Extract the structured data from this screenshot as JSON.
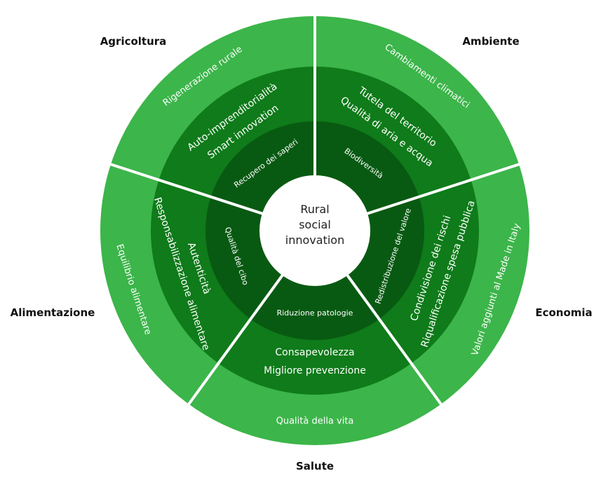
{
  "center": {
    "lines": [
      "Rural",
      "social",
      "innovation"
    ]
  },
  "colors": {
    "outer_ring": "#3cb54a",
    "middle_ring": "#0f7b1a",
    "inner_ring": "#085a12",
    "center": "#ffffff",
    "divider": "#ffffff"
  },
  "sectors": [
    {
      "label": "Agricoltura",
      "outer": [
        "Rigenerazione rurale"
      ],
      "middle": [
        "Auto-imprenditorialità",
        "Smart innovation"
      ],
      "inner": [
        "Recupero dei saperi"
      ]
    },
    {
      "label": "Ambiente",
      "outer": [
        "Cambiamenti climatici"
      ],
      "middle": [
        "Tutela del territorio",
        "Qualità di aria e acqua"
      ],
      "inner": [
        "Biodiversità"
      ]
    },
    {
      "label": "Economia",
      "outer": [
        "Valori aggiunti al Made in Italy"
      ],
      "middle": [
        "Riqualificazione spesa pubblica",
        "Condivisione dei rischi"
      ],
      "inner": [
        "Redistribuzione del valore"
      ]
    },
    {
      "label": "Salute",
      "outer": [
        "Qualità della vita"
      ],
      "middle": [
        "Migliore prevenzione",
        "Consapevolezza"
      ],
      "inner": [
        "Riduzione patologie"
      ]
    },
    {
      "label": "Alimentazione",
      "outer": [
        "Equilibrio alimentare"
      ],
      "middle": [
        "Responsabilizzazione alimentare",
        "Autenticità"
      ],
      "inner": [
        "Qualità del cibo"
      ]
    }
  ]
}
